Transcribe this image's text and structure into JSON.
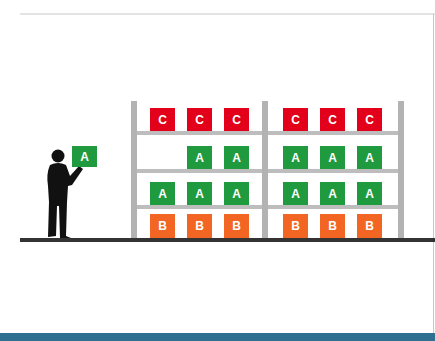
{
  "diagram": {
    "nodes": [
      {
        "text": [
          "C"
        ]
      },
      {
        "text": [
          "C"
        ]
      },
      {
        "text": [
          "C"
        ]
      },
      {
        "text": [
          "C"
        ]
      },
      {
        "text": [
          "C"
        ]
      },
      {
        "text": [
          "C"
        ]
      },
      {
        "text": [
          "A"
        ]
      },
      {
        "text": [
          "A"
        ]
      },
      {
        "text": [
          "A"
        ]
      },
      {
        "text": [
          "A"
        ]
      },
      {
        "text": [
          "A"
        ]
      },
      {
        "text": [
          "A"
        ]
      },
      {
        "text": [
          "A"
        ]
      },
      {
        "text": [
          "A"
        ]
      },
      {
        "text": [
          "A"
        ]
      },
      {
        "text": [
          "A"
        ]
      },
      {
        "text": [
          "A"
        ]
      },
      {
        "text": [
          "A"
        ]
      },
      {
        "text": [
          "B"
        ]
      },
      {
        "text": [
          "B"
        ]
      },
      {
        "text": [
          "B"
        ]
      },
      {
        "text": [
          "B"
        ]
      },
      {
        "text": [
          "B"
        ]
      },
      {
        "text": [
          "B"
        ]
      }
    ]
  }
}
